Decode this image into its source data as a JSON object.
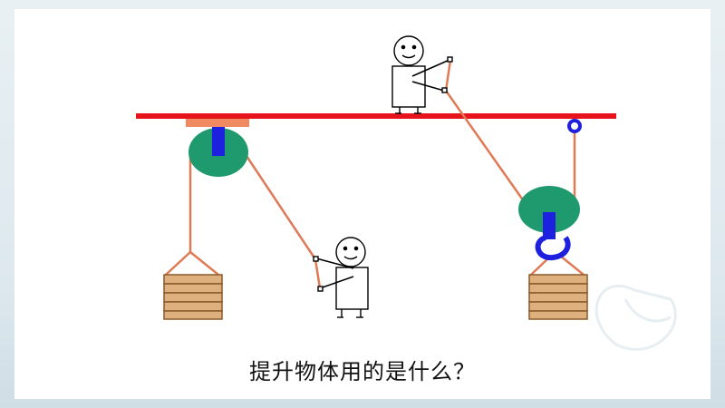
{
  "question": "提升物体用的是什么？",
  "colors": {
    "beam": "#e8141c",
    "pulley": "#1f9a6e",
    "axle": "#1e20e0",
    "rope": "#e07a55",
    "crate_fill": "#ddb07e",
    "crate_stroke": "#8a5a2b",
    "mount": "#f08a60"
  },
  "parts": {
    "fixed_pulley": "fixed-pulley",
    "movable_pulley": "movable-pulley"
  }
}
